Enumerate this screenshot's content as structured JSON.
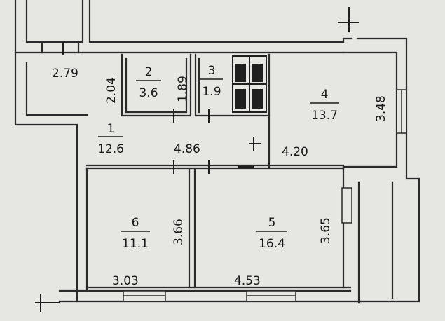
{
  "rooms": [
    {
      "id": "1",
      "number": "1",
      "area": "12.6"
    },
    {
      "id": "2",
      "number": "2",
      "area": "3.6"
    },
    {
      "id": "3",
      "number": "3",
      "area": "1.9"
    },
    {
      "id": "4",
      "number": "4",
      "area": "13.7"
    },
    {
      "id": "5",
      "number": "5",
      "area": "16.4"
    },
    {
      "id": "6",
      "number": "6",
      "area": "11.1"
    }
  ],
  "dimensions": {
    "d279": "2.79",
    "d204": "2.04",
    "d189": "1.89",
    "d486": "4.86",
    "d420": "4.20",
    "d348": "3.48",
    "d366": "3.66",
    "d365": "3.65",
    "d303": "3.03",
    "d453": "4.53"
  },
  "colors": {
    "paper": "#e6e7e3",
    "wall": "#2b2b2b"
  }
}
